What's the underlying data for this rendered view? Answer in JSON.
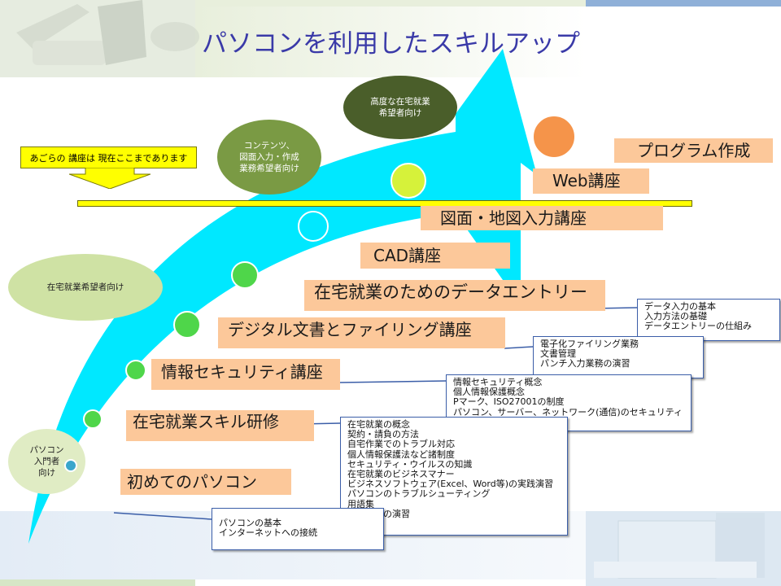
{
  "title": "パソコンを利用したスキルアップ",
  "notice": "あごらの 講座は 現在ここまであります",
  "targets": {
    "advanced": [
      "高度な在宅就業",
      "希望者向け"
    ],
    "contents": [
      "コンテンツ、",
      "図面入力・作成",
      "業務希望者向け"
    ],
    "home": [
      "在宅就業希望者向け"
    ],
    "beginner": [
      "パソコン",
      "入門者",
      "向け"
    ]
  },
  "courses": {
    "program": "プログラム作成",
    "web": "Web講座",
    "map": "図面・地図入力講座",
    "cad": "CAD講座",
    "entry": "在宅就業のためのデータエントリー",
    "filing": "デジタル文書とファイリング講座",
    "security": "情報セキュリティ講座",
    "skill": "在宅就業スキル研修",
    "first": "初めてのパソコン"
  },
  "details": {
    "entry": [
      "データ入力の基本",
      "入力方法の基礎",
      "データエントリーの仕組み"
    ],
    "filing": [
      "電子化ファイリング業務",
      "文書管理",
      "パンチ入力業務の演習"
    ],
    "security": [
      "情報セキュリティ概念",
      "個人情報保護概念",
      "Pマーク、ISO27001の制度",
      "パソコン、サーバー、ネットワーク(通信)のセキュリティ"
    ],
    "skill": [
      "在宅就業の概念",
      "契約・請負の方法",
      "自宅作業でのトラブル対応",
      "個人情報保護法など諸制度",
      "セキュリティ・ウイルスの知識",
      "在宅就業のビジネスマナー",
      "ビジネスソフトウェア(Excel、Word等)の実践演習",
      "パソコンのトラブルシューティング",
      "用語集",
      "業務課題の演習"
    ],
    "first": [
      "パソコンの基本",
      "インターネットへの接続"
    ]
  },
  "colors": {
    "arrow": "#00e8ff",
    "title": "#3a3aa8",
    "course_fill": "#fcc89a",
    "notice_fill": "#ffff00",
    "box_border": "#3b5ea8",
    "dot_green": "#4fd64a",
    "dot_lime": "#d6f23a",
    "dot_orange": "#f5944a"
  }
}
